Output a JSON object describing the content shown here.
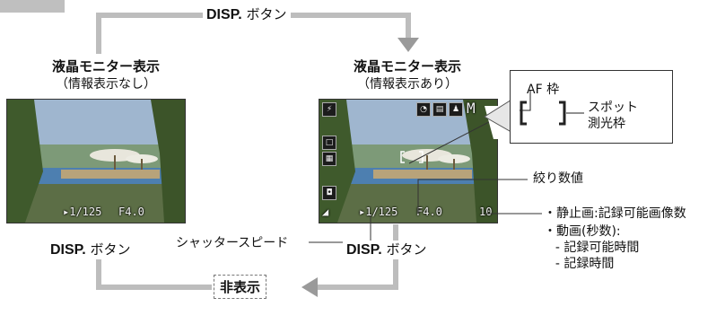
{
  "top_button": {
    "bold": "DISP.",
    "suffix": " ボタン"
  },
  "left_button": {
    "bold": "DISP.",
    "suffix": " ボタン"
  },
  "right_button": {
    "bold": "DISP.",
    "suffix": " ボタン"
  },
  "modes": {
    "no_info": {
      "title": "液晶モニター表示",
      "subtitle": "（情報表示なし）",
      "shutter": "▸1/125",
      "aperture": "F4.0"
    },
    "with_info": {
      "title": "液晶モニター表示",
      "subtitle": "（情報表示あり）",
      "shutter": "▸1/125",
      "aperture": "F4.0",
      "shots": "10",
      "mode": "M"
    },
    "off": {
      "label": "非表示"
    }
  },
  "zoom_box": {
    "af_frame": "AF 枠",
    "spot": "スポット",
    "spot2": "測光枠"
  },
  "callouts": {
    "aperture": "絞り数値",
    "shutter_speed": "シャッタースピード",
    "right_list": [
      "・静止画:記録可能画像数",
      "・動画(秒数):",
      "  - 記録可能時間",
      "  - 記録時間"
    ]
  },
  "colors": {
    "flow_line": "#bdbdbd",
    "arrow": "#9a9a9a"
  }
}
